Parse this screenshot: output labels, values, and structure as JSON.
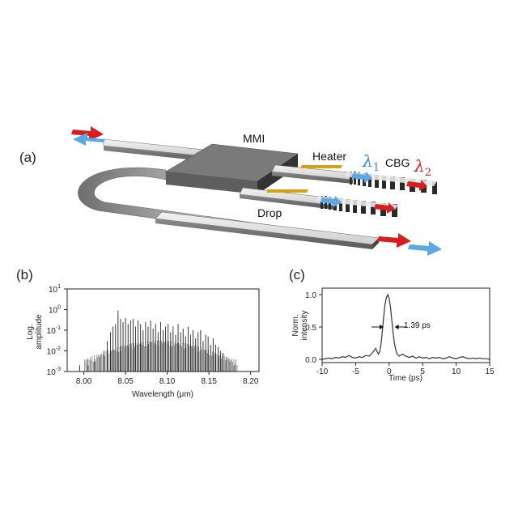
{
  "panels": {
    "a": "(a)",
    "b": "(b)",
    "c": "(c)"
  },
  "device": {
    "mmi": "MMI",
    "heater": "Heater",
    "cbg": "CBG",
    "drop": "Drop",
    "lambda1_base": "λ",
    "lambda1_sub": "1",
    "lambda2_base": "λ",
    "lambda2_sub": "2",
    "colors": {
      "lambda1": "#2e86de",
      "lambda2": "#e02020",
      "arrow_red": "#d62020",
      "arrow_blue": "#5aa9e6",
      "heater": "#d4a017"
    }
  },
  "chart_data": [
    {
      "panel": "b",
      "type": "bar",
      "xlabel": "Wavelength (μm)",
      "ylabel_line1": "Log.",
      "ylabel_line2": "amplitude",
      "xlim": [
        7.98,
        8.21
      ],
      "y_scale": "log",
      "ylim": [
        0.001,
        10
      ],
      "x_ticks": [
        "8.00",
        "8.05",
        "8.10",
        "8.15",
        "8.20"
      ],
      "x_tick_values": [
        8.0,
        8.05,
        8.1,
        8.15,
        8.2
      ],
      "y_tick_values": [
        0.001,
        0.01,
        0.1,
        1,
        10
      ],
      "y_ticks": [
        {
          "base": "10",
          "exp": "-3"
        },
        {
          "base": "10",
          "exp": "-2"
        },
        {
          "base": "10",
          "exp": "-1"
        },
        {
          "base": "10",
          "exp": "0"
        },
        {
          "base": "10",
          "exp": "1"
        }
      ],
      "grid": false,
      "comb_x": [
        7.995,
        8.005,
        8.013,
        8.019,
        8.024,
        8.028,
        8.032,
        8.035,
        8.038,
        8.041,
        8.044,
        8.047,
        8.05,
        8.053,
        8.056,
        8.059,
        8.062,
        8.065,
        8.068,
        8.071,
        8.074,
        8.077,
        8.08,
        8.083,
        8.086,
        8.089,
        8.092,
        8.095,
        8.098,
        8.101,
        8.104,
        8.107,
        8.11,
        8.113,
        8.116,
        8.119,
        8.122,
        8.125,
        8.128,
        8.131,
        8.134,
        8.137,
        8.14,
        8.143,
        8.146,
        8.149,
        8.152,
        8.155,
        8.158,
        8.161,
        8.164,
        8.167,
        8.171,
        8.175,
        8.18
      ],
      "comb_y": [
        0.002,
        0.002,
        0.003,
        0.005,
        0.01,
        0.03,
        0.08,
        0.15,
        0.2,
        0.9,
        0.35,
        0.25,
        0.4,
        0.2,
        0.3,
        0.35,
        0.15,
        0.3,
        0.2,
        0.1,
        0.25,
        0.15,
        0.3,
        0.12,
        0.2,
        0.08,
        0.25,
        0.1,
        0.15,
        0.2,
        0.08,
        0.15,
        0.06,
        0.2,
        0.08,
        0.12,
        0.05,
        0.15,
        0.06,
        0.1,
        0.04,
        0.08,
        0.1,
        0.03,
        0.06,
        0.05,
        0.02,
        0.04,
        0.02,
        0.015,
        0.01,
        0.008,
        0.005,
        0.003,
        0.002
      ],
      "dense_floor": 0.005
    },
    {
      "panel": "c",
      "type": "line",
      "xlabel": "Time (ps)",
      "ylabel_line1": "Norm.",
      "ylabel_line2": "intensity",
      "xlim": [
        -10,
        15
      ],
      "ylim": [
        -0.05,
        1.1
      ],
      "x_ticks": [
        "-10",
        "-5",
        "0",
        "5",
        "10",
        "15"
      ],
      "x_tick_values": [
        -10,
        -5,
        0,
        5,
        10,
        15
      ],
      "y_ticks": [
        "0.0",
        "0.5",
        "1.0"
      ],
      "y_tick_values": [
        0,
        0.5,
        1.0
      ],
      "grid": false,
      "annotation": "1.39 ps",
      "fwhm_left": -0.7,
      "fwhm_right": 0.7,
      "fwhm_level": 0.5,
      "x": [
        -10,
        -9.5,
        -9,
        -8.5,
        -8,
        -7.5,
        -7,
        -6.5,
        -6,
        -5.5,
        -5,
        -4.5,
        -4,
        -3.5,
        -3,
        -2.5,
        -2,
        -1.8,
        -1.6,
        -1.4,
        -1.2,
        -1,
        -0.8,
        -0.6,
        -0.4,
        -0.2,
        0,
        0.2,
        0.4,
        0.6,
        0.8,
        1,
        1.2,
        1.5,
        2,
        2.5,
        3,
        3.5,
        4,
        4.5,
        5,
        5.5,
        6,
        6.5,
        7,
        7.5,
        8,
        8.5,
        9,
        9.5,
        10,
        10.5,
        11,
        11.5,
        12,
        12.5,
        13,
        13.5,
        14,
        14.5,
        15
      ],
      "y": [
        0.0,
        0.01,
        0.02,
        0.01,
        0.03,
        0.02,
        0.04,
        0.03,
        0.06,
        0.03,
        0.02,
        0.04,
        0.03,
        0.06,
        0.05,
        0.1,
        0.17,
        0.12,
        0.08,
        0.12,
        0.25,
        0.45,
        0.68,
        0.86,
        0.96,
        1.0,
        0.94,
        0.8,
        0.6,
        0.4,
        0.24,
        0.14,
        0.08,
        0.05,
        0.08,
        0.05,
        0.03,
        0.05,
        0.02,
        0.04,
        0.02,
        0.03,
        0.01,
        0.03,
        0.02,
        0.03,
        0.01,
        0.02,
        0.04,
        0.02,
        0.01,
        0.03,
        0.04,
        0.02,
        0.01,
        0.02,
        0.01,
        0.02,
        0.01,
        0.01,
        0.0
      ]
    }
  ]
}
